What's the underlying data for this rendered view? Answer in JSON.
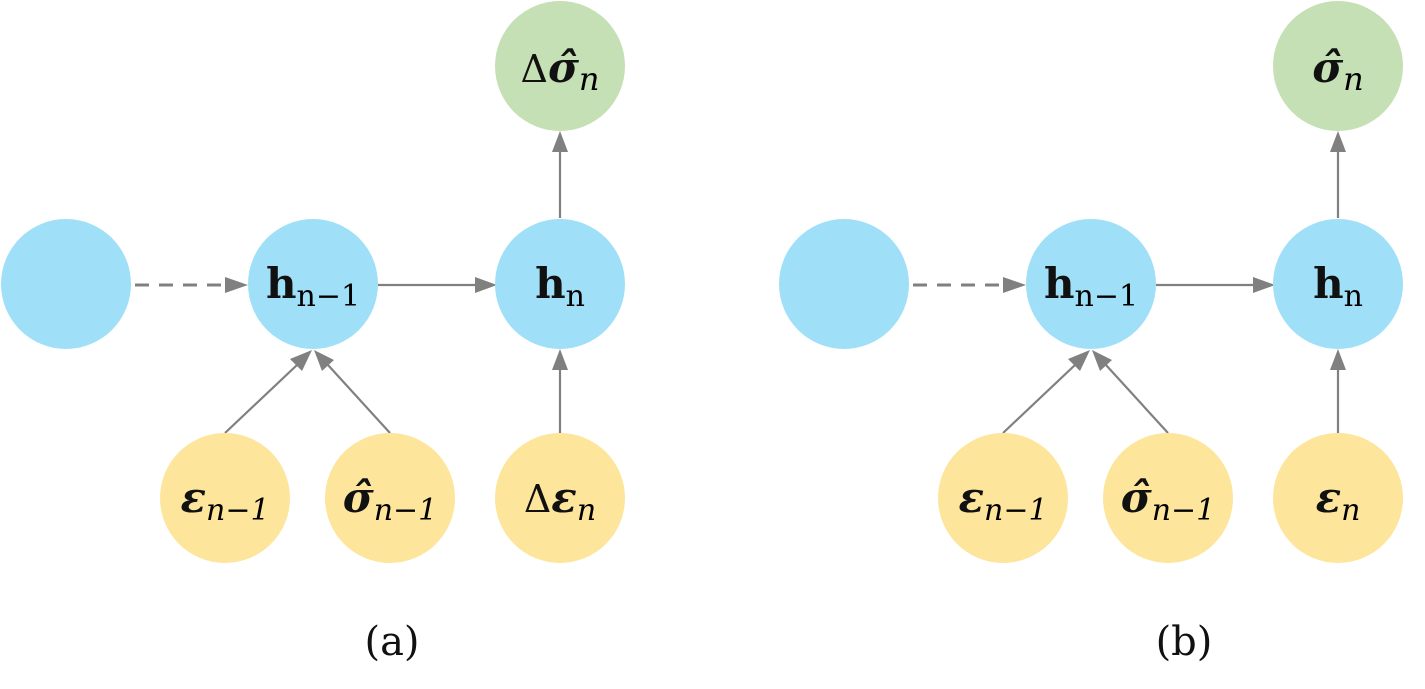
{
  "panels": [
    {
      "caption": "(a)",
      "hidden_prev": "",
      "h_prev": {
        "main": "h",
        "sub": "n−1"
      },
      "h_curr": {
        "main": "h",
        "sub": "n"
      },
      "output": {
        "prefix": "Δ",
        "main": "σ̂",
        "sub": "n"
      },
      "inputs": [
        {
          "prefix": "",
          "main": "ε",
          "sub": "n−1"
        },
        {
          "prefix": "",
          "main": "σ̂",
          "sub": "n−1"
        },
        {
          "prefix": "Δ",
          "main": "ε",
          "sub": "n"
        }
      ]
    },
    {
      "caption": "(b)",
      "hidden_prev": "",
      "h_prev": {
        "main": "h",
        "sub": "n−1"
      },
      "h_curr": {
        "main": "h",
        "sub": "n"
      },
      "output": {
        "prefix": "",
        "main": "σ̂",
        "sub": "n"
      },
      "inputs": [
        {
          "prefix": "",
          "main": "ε",
          "sub": "n−1"
        },
        {
          "prefix": "",
          "main": "σ̂",
          "sub": "n−1"
        },
        {
          "prefix": "",
          "main": "ε",
          "sub": "n"
        }
      ]
    }
  ],
  "colors": {
    "hidden_node": "#9fe0f8",
    "input_node": "#fde59b",
    "output_node": "#c5e0b4",
    "edge": "#808080"
  }
}
